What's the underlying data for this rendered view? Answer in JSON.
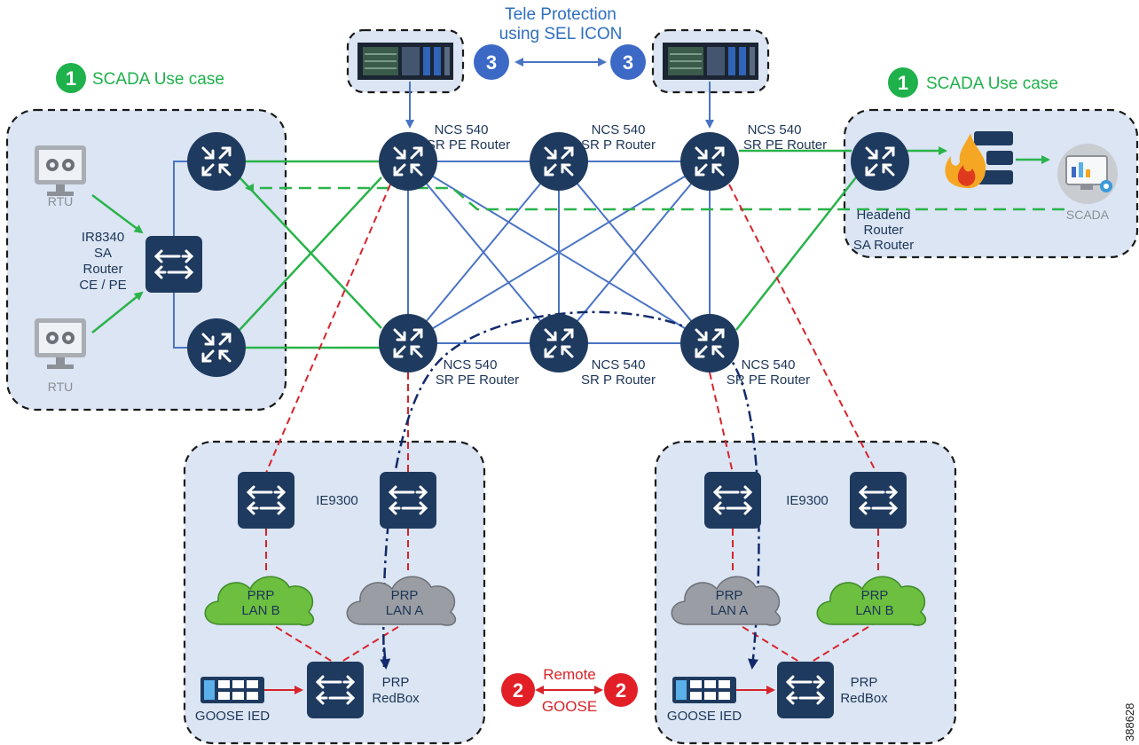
{
  "colors": {
    "site_fill": "#dbe5f3",
    "router_fill": "#1f3a5f",
    "switch_fill": "#1f3a5f",
    "blue_link": "#4a74c4",
    "green_link": "#2ab34b",
    "red_link": "#d8232a",
    "dark_path": "#122a6b",
    "green_badge": "#1fb14b",
    "blue_badge": "#3c69c6",
    "red_badge": "#e21f26",
    "cloud_green": "#6cbf3f",
    "cloud_grey": "#9a9da3"
  },
  "teleprotection": {
    "line1": "Tele Protection",
    "line2": "using SEL ICON",
    "badge": "3"
  },
  "scada_left": {
    "badge": "1",
    "label": "SCADA Use case"
  },
  "scada_right": {
    "badge": "1",
    "label": "SCADA Use case"
  },
  "routers": {
    "tl": [
      "NCS 540",
      "SR PE Router"
    ],
    "tm": [
      "NCS 540",
      "SR P Router"
    ],
    "tr": [
      "NCS 540",
      "SR PE Router"
    ],
    "bl": [
      "NCS 540",
      "SR PE Router"
    ],
    "bm": [
      "NCS 540",
      "SR P Router"
    ],
    "br": [
      "NCS 540",
      "SR PE Router"
    ]
  },
  "left_site": {
    "rtu_top": "RTU",
    "rtu_bottom": "RTU",
    "ir8340": [
      "IR8340",
      "SA",
      "Router",
      "CE / PE"
    ]
  },
  "right_site": {
    "headend": [
      "Headend",
      "Router",
      "SA Router"
    ],
    "scada": "SCADA"
  },
  "sub_left": {
    "ie9300": "IE9300",
    "cloud_b": [
      "PRP",
      "LAN B"
    ],
    "cloud_a": [
      "PRP",
      "LAN A"
    ],
    "redbox": [
      "PRP",
      "RedBox"
    ],
    "goose": "GOOSE IED"
  },
  "sub_right": {
    "ie9300": "IE9300",
    "cloud_a": [
      "PRP",
      "LAN A"
    ],
    "cloud_b": [
      "PRP",
      "LAN B"
    ],
    "redbox": [
      "PRP",
      "RedBox"
    ],
    "goose": "GOOSE IED"
  },
  "remote_goose": {
    "line1": "Remote",
    "line2": "GOOSE",
    "badge": "2"
  },
  "figure_id": "388628"
}
